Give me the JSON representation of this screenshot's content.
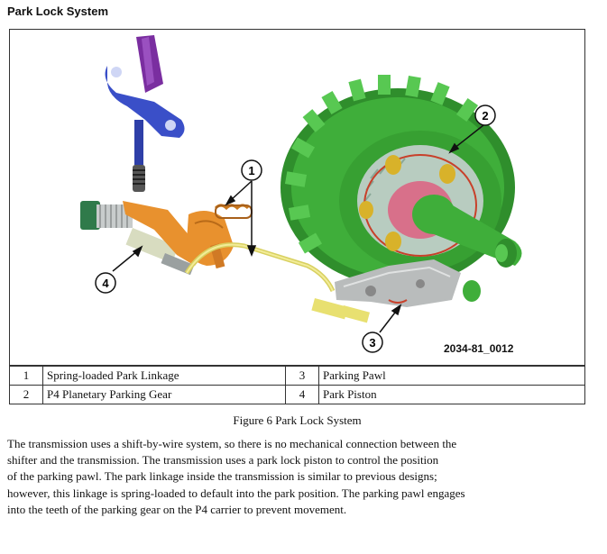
{
  "section_title": "Park Lock System",
  "figure": {
    "code": "2034-81_0012",
    "callouts": [
      "1",
      "2",
      "3",
      "4"
    ]
  },
  "legend": [
    {
      "num": "1",
      "label": "Spring-loaded Park Linkage",
      "num2": "3",
      "label2": "Parking Pawl"
    },
    {
      "num": "2",
      "label": "P4 Planetary Parking Gear",
      "num2": "4",
      "label2": "Park Piston"
    }
  ],
  "caption": "Figure 6  Park Lock System",
  "body_lines": [
    "The transmission uses a shift-by-wire system, so there is no mechanical connection between the",
    "shifter and the transmission.  The transmission uses a park lock piston to control the position",
    "of the parking pawl.  The park linkage inside the transmission is similar to previous designs;",
    "however, this linkage is spring-loaded to default into the park position.  The parking pawl engages",
    "into the teeth of the parking gear on the P4 carrier to prevent movement."
  ],
  "colors": {
    "gear_green": "#3fae3a",
    "linkage_orange": "#e8912e",
    "lever_blue": "#3a4fc8",
    "cable_yellow": "#e8e070",
    "pawl_gray": "#b9bcbc"
  }
}
